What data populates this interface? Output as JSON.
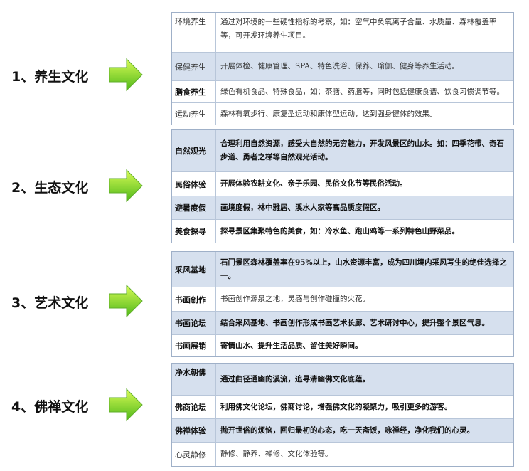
{
  "sections": [
    {
      "label": "1、养生文化",
      "rows": [
        {
          "key": "环境养生",
          "text": "通过对环境的一些硬性指标的考察，如：空气中负氧离子含量、水质量、森林覆盖率等，可开发环境养生项目。"
        },
        {
          "key": "保健养生",
          "text": "开展体检、健康管理、SPA、特色洗浴、保养、瑜伽、健身等养生活动。"
        },
        {
          "key": "膳食养生",
          "text": "绿色有机食品、特殊食品，如：茶膳、药膳等，同时包括健康食谱、饮食习惯调节等。"
        },
        {
          "key": "运动养生",
          "text": "森林有氧步行、康复型运动和康体型运动，达到强身健体的效果。"
        }
      ]
    },
    {
      "label": "2、生态文化",
      "rows": [
        {
          "key": "自然观光",
          "text": "合理利用自然资源，感受大自然的无穷魅力，开发风景区的山水。如：四季花带、奇石步道、勇者之梯等自然观光活动。"
        },
        {
          "key": "民俗体验",
          "text": "开展体验农耕文化、亲子乐园、民俗文化节等民俗活动。"
        },
        {
          "key": "避暑度假",
          "text": "画境度假，林中雅居、溪水人家等高品质度假区。"
        },
        {
          "key": "美食探寻",
          "text": "探寻景区集聚特色的美食，如：冷水鱼、跑山鸡等一系列特色山野菜品。"
        }
      ]
    },
    {
      "label": "3、艺术文化",
      "rows": [
        {
          "key": "采风基地",
          "text": "石门景区森林覆盖率在95%以上，山水资源丰富，成为四川境内采风写生的绝佳选择之一。"
        },
        {
          "key": "书画创作",
          "text": "书画创作源泉之地，灵感与创作碰撞的火花。"
        },
        {
          "key": "书画论坛",
          "text": "结合采风基地、书画创作形成书画艺术长廊、艺术研讨中心，提升整个景区气息。"
        },
        {
          "key": "书画展销",
          "text": "寄情山水、提升生活品质、留住美好瞬间。"
        }
      ]
    },
    {
      "label": "4、佛禅文化",
      "rows": [
        {
          "key": "净水朝佛",
          "text": "通过曲径通幽的溪流，追寻清幽佛文化底蕴。"
        },
        {
          "key": "佛商论坛",
          "text": "利用佛文化论坛，佛商讨论，增强佛文化的凝聚力，吸引更多的游客。"
        },
        {
          "key": "佛禅体验",
          "text": "抛开世俗的烦恼，回归最初的心态，吃一天斋饭，咏禅经，净化我们的心灵。"
        },
        {
          "key": "心灵静修",
          "text": "静修、静养、禅修、文化体验等。"
        }
      ]
    }
  ],
  "colors": {
    "arrow_light": "#c8f53a",
    "arrow_dark": "#4fb81a",
    "row_blue": "#d6e0ee",
    "border": "#9fb0c8"
  }
}
